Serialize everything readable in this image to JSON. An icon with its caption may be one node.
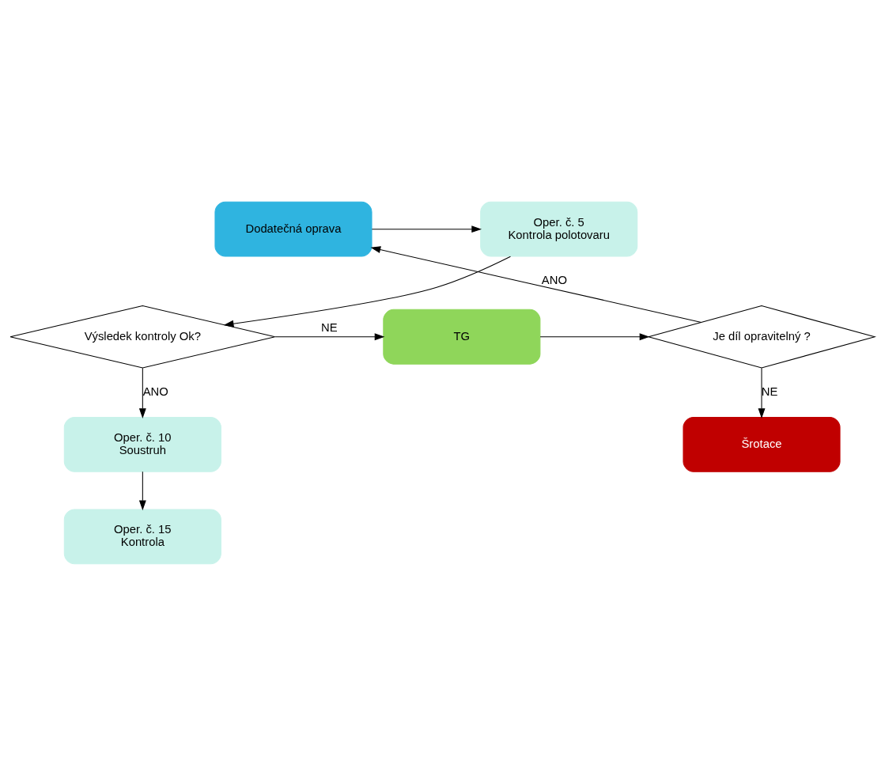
{
  "diagram": {
    "nodes": [
      {
        "text": [
          "Oper. č. 5",
          "Kontrola polotovaru"
        ]
      },
      {
        "text": [
          "Dodatečná oprava"
        ]
      },
      {
        "text": [
          "Výsledek kontroly Ok?"
        ]
      },
      {
        "text": [
          "TG"
        ]
      },
      {
        "text": [
          "Je díl opravitelný ?"
        ]
      },
      {
        "text": [
          "Šrotace"
        ]
      },
      {
        "text": [
          "Oper. č. 10",
          "Soustruh"
        ]
      },
      {
        "text": [
          "Oper. č. 15",
          "Kontrola"
        ]
      }
    ],
    "edges": [
      {
        "from": 0,
        "to": 2,
        "arrow": "to"
      },
      {
        "from": 2,
        "to": 3,
        "arrow": "to",
        "label": "NE"
      },
      {
        "from": 3,
        "to": 4,
        "arrow": "to"
      },
      {
        "from": 4,
        "to": 1,
        "arrow": "to",
        "label": "ANO"
      },
      {
        "from": 1,
        "to": 0,
        "arrow": "to"
      },
      {
        "from": 4,
        "to": 5,
        "arrow": "to",
        "label": "NE"
      },
      {
        "from": 2,
        "to": 6,
        "arrow": "to",
        "label": "ANO"
      },
      {
        "from": 6,
        "to": 7,
        "arrow": "to"
      }
    ]
  }
}
